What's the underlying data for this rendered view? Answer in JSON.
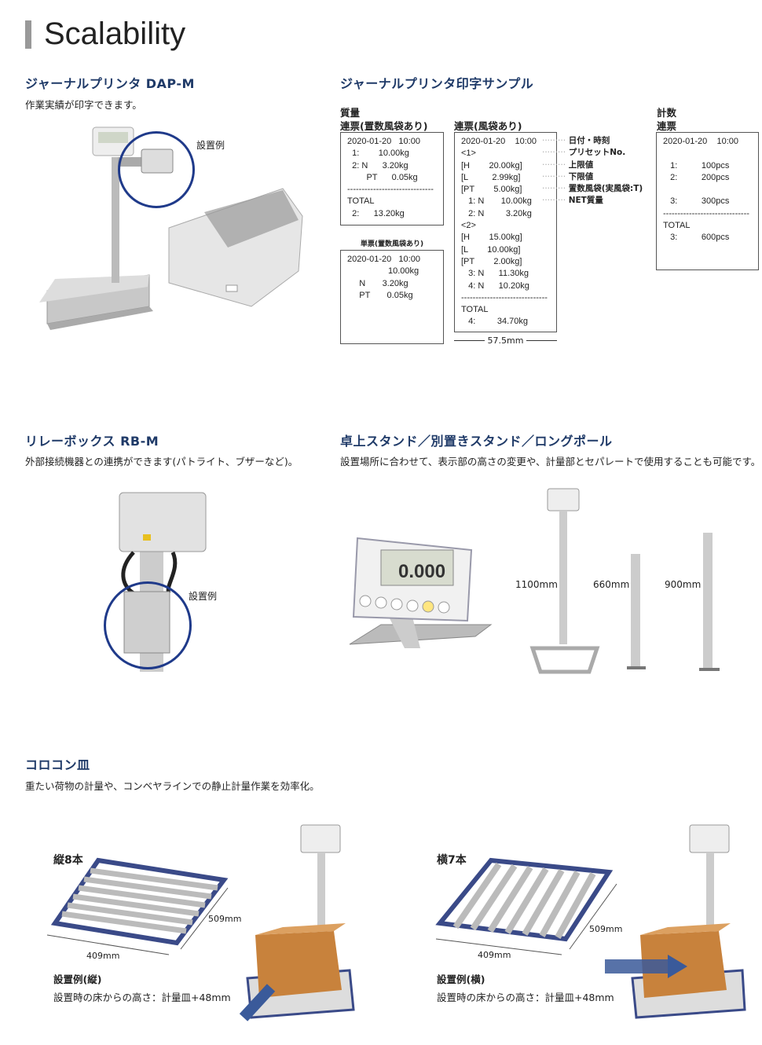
{
  "page_title": "Scalability",
  "printer": {
    "heading": "ジャーナルプリンタ DAP-M",
    "desc": "作業実績が印字できます。",
    "callout": "設置例"
  },
  "sample": {
    "heading": "ジャーナルプリンタ印字サンプル",
    "mass_label": "質量",
    "renpyo_tare_label": "連票(置数風袋あり)",
    "renpyo_label": "連票(風袋あり)",
    "tanpyo_label": "単票(置数風袋あり)",
    "count_label": "計数",
    "count_renpyo_label": "連票",
    "width_label": "57.5mm",
    "receipt_tare": [
      "2020-01-20   10:00",
      "  1:        10.00kg",
      "  2: N      3.20kg",
      "        PT      0.05kg",
      "------------------------------",
      "TOTAL",
      "  2:      13.20kg"
    ],
    "receipt_single": [
      "2020-01-20   10:00",
      "                 10.00kg",
      "     N       3.20kg",
      "     PT       0.05kg"
    ],
    "receipt_main": [
      "2020-01-20    10:00",
      "<1>",
      "[H        20.00kg]",
      "[L          2.99kg]",
      "[PT        5.00kg]",
      "   1: N       10.00kg",
      "   2: N         3.20kg",
      "<2>",
      "[H        15.00kg]",
      "[L        10.00kg]",
      "[PT        2.00kg]",
      "   3: N      11.30kg",
      "   4: N      10.20kg",
      "------------------------------",
      "TOTAL",
      "   4:         34.70kg"
    ],
    "receipt_count": [
      "2020-01-20    10:00",
      "",
      "   1:          100pcs",
      "   2:          200pcs",
      "",
      "   3:          300pcs",
      "------------------------------",
      "TOTAL",
      "   3:          600pcs"
    ],
    "annotations": [
      "日付・時刻",
      "プリセットNo.",
      "上限値",
      "下限値",
      "置数風袋(実風袋:T)",
      "NET質量"
    ]
  },
  "relay": {
    "heading": "リレーボックス RB-M",
    "desc": "外部接続機器との連携ができます(パトライト、ブザーなど)。",
    "callout": "設置例"
  },
  "stand": {
    "heading": "卓上スタンド／別置きスタンド／ロングポール",
    "desc": "設置場所に合わせて、表示部の高さの変更や、計量部とセパレートで使用することも可能です。",
    "display_reading": "0.000",
    "heights": [
      "1100mm",
      "660mm",
      "900mm"
    ]
  },
  "roller": {
    "heading": "コロコン皿",
    "desc": "重たい荷物の計量や、コンベヤラインでの静止計量作業を効率化。",
    "vertical": {
      "label": "縦8本",
      "width": "409mm",
      "depth": "509mm",
      "example": "設置例(縦)",
      "note": "設置時の床からの高さ：計量皿+48mm"
    },
    "horizontal": {
      "label": "横7本",
      "width": "409mm",
      "depth": "509mm",
      "example": "設置例(横)",
      "note": "設置時の床からの高さ：計量皿+48mm"
    }
  }
}
